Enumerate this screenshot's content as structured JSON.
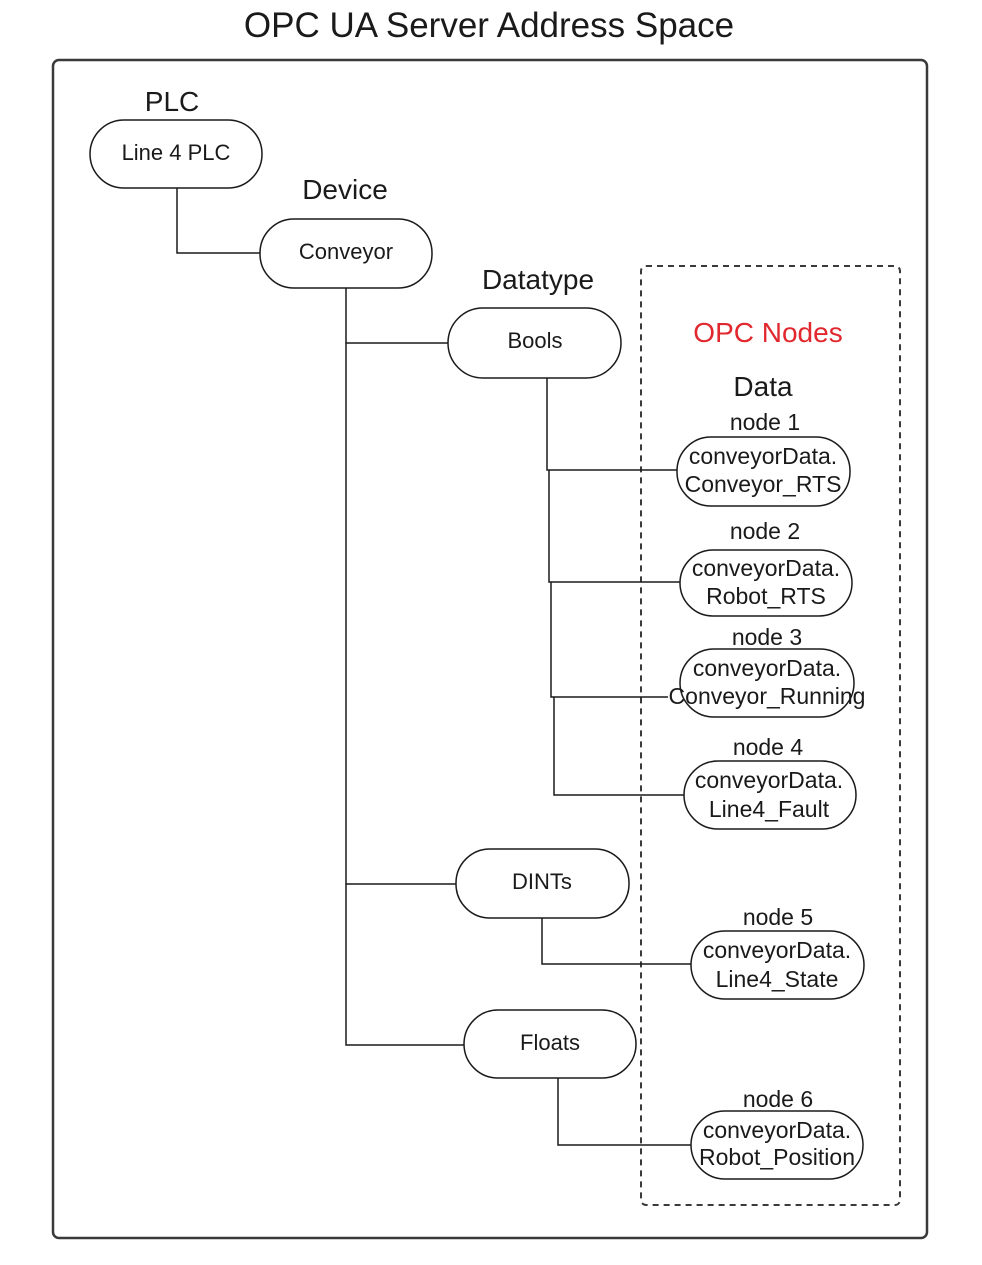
{
  "title": "OPC UA Server Address Space",
  "levels": {
    "plc": "PLC",
    "device": "Device",
    "datatype": "Datatype",
    "data": "Data"
  },
  "opc_nodes_label": "OPC Nodes",
  "accent_color": "#e0282e",
  "plc": {
    "name": "Line 4 PLC"
  },
  "device": {
    "name": "Conveyor"
  },
  "datatypes": [
    {
      "name": "Bools"
    },
    {
      "name": "DINTs"
    },
    {
      "name": "Floats"
    }
  ],
  "nodes": [
    {
      "label": "node 1",
      "line1": "conveyorData.",
      "line2": "Conveyor_RTS",
      "datatype": "Bools"
    },
    {
      "label": "node 2",
      "line1": "conveyorData.",
      "line2": "Robot_RTS",
      "datatype": "Bools"
    },
    {
      "label": "node 3",
      "line1": "conveyorData.",
      "line2": "Conveyor_Running",
      "datatype": "Bools"
    },
    {
      "label": "node 4",
      "line1": "conveyorData.",
      "line2": "Line4_Fault",
      "datatype": "Bools"
    },
    {
      "label": "node 5",
      "line1": "conveyorData.",
      "line2": "Line4_State",
      "datatype": "DINTs"
    },
    {
      "label": "node 6",
      "line1": "conveyorData.",
      "line2": "Robot_Position",
      "datatype": "Floats"
    }
  ]
}
